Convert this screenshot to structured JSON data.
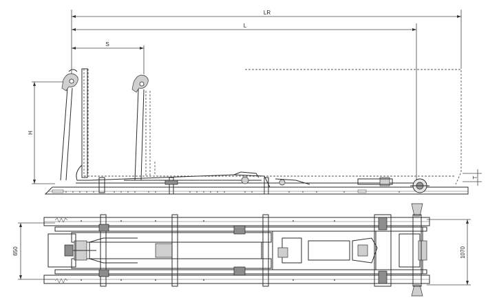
{
  "side_view": {
    "dim_lr": "LR",
    "dim_l": "L",
    "dim_s": "S",
    "dim_h": "H",
    "dim_t": "T"
  },
  "top_view": {
    "width_front": "650",
    "width_rear": "1070"
  }
}
